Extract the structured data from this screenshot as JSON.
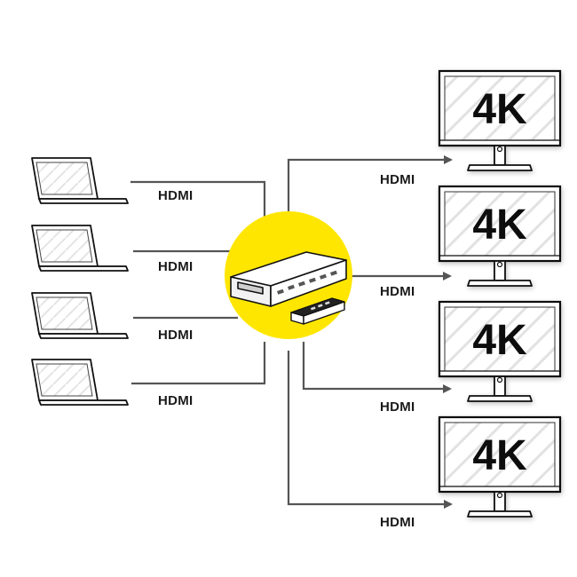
{
  "colors": {
    "accent": "#ffe600",
    "line": "#555555",
    "device": "#111111"
  },
  "inputs": [
    {
      "icon": "laptop-icon",
      "connector": "HDMI"
    },
    {
      "icon": "laptop-icon",
      "connector": "HDMI"
    },
    {
      "icon": "laptop-icon",
      "connector": "HDMI"
    },
    {
      "icon": "laptop-icon",
      "connector": "HDMI"
    }
  ],
  "hub": {
    "icon": "hdmi-matrix-switch-icon",
    "remote_icon": "remote-control-icon"
  },
  "outputs": [
    {
      "icon": "monitor-icon",
      "screen_text": "4K",
      "connector": "HDMI"
    },
    {
      "icon": "monitor-icon",
      "screen_text": "4K",
      "connector": "HDMI"
    },
    {
      "icon": "monitor-icon",
      "screen_text": "4K",
      "connector": "HDMI"
    },
    {
      "icon": "monitor-icon",
      "screen_text": "4K",
      "connector": "HDMI"
    }
  ]
}
